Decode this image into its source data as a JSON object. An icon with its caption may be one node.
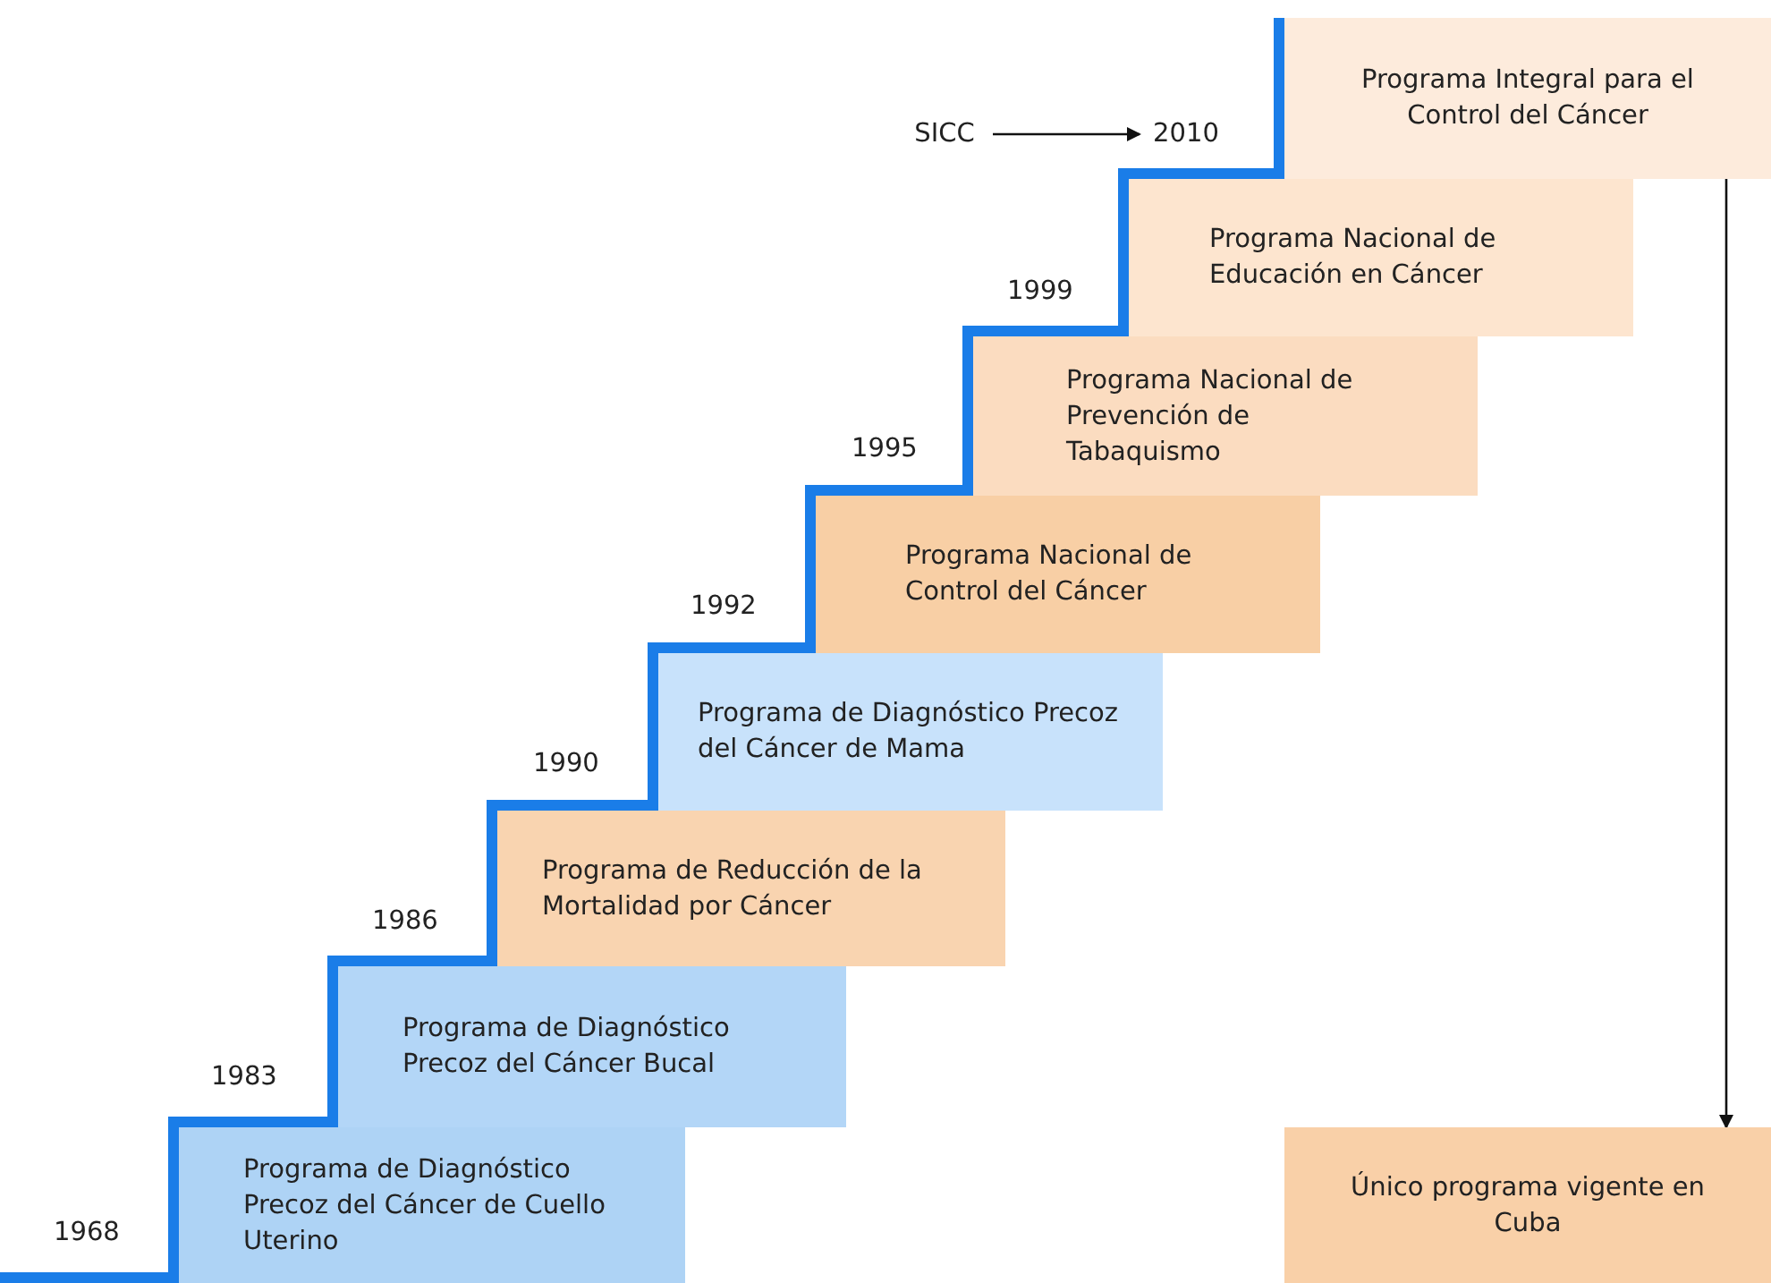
{
  "diagram": {
    "nodes": [
      {
        "text": [
          "SICC"
        ]
      },
      {
        "text": [
          "2010"
        ]
      },
      {
        "text": [
          "Programa Integral para el Control del Cáncer"
        ]
      },
      {
        "text": [
          "Programa Nacional de Educación en Cáncer"
        ]
      },
      {
        "text": [
          "Programa Nacional de Prevención de Tabaquismo"
        ]
      },
      {
        "text": [
          "Programa Nacional de Control del Cáncer"
        ]
      },
      {
        "text": [
          "Programa de Diagnóstico Precoz del Cáncer de Mama"
        ]
      },
      {
        "text": [
          "Programa de Reducción de la Mortalidad por Cáncer"
        ]
      },
      {
        "text": [
          "Programa de Diagnóstico Precoz del Cáncer Bucal"
        ]
      },
      {
        "text": [
          "Programa de Diagnóstico Precoz del Cáncer de Cuello Uterino"
        ]
      },
      {
        "text": [
          "Único programa vigente en Cuba"
        ]
      }
    ],
    "edges": [
      {
        "from": 0,
        "to": 1,
        "arrow": "to"
      },
      {
        "from": 2,
        "to": 10,
        "arrow": "to"
      }
    ],
    "labels": [
      "1999",
      "1995",
      "1992",
      "1990",
      "1986",
      "1983",
      "1968"
    ]
  }
}
